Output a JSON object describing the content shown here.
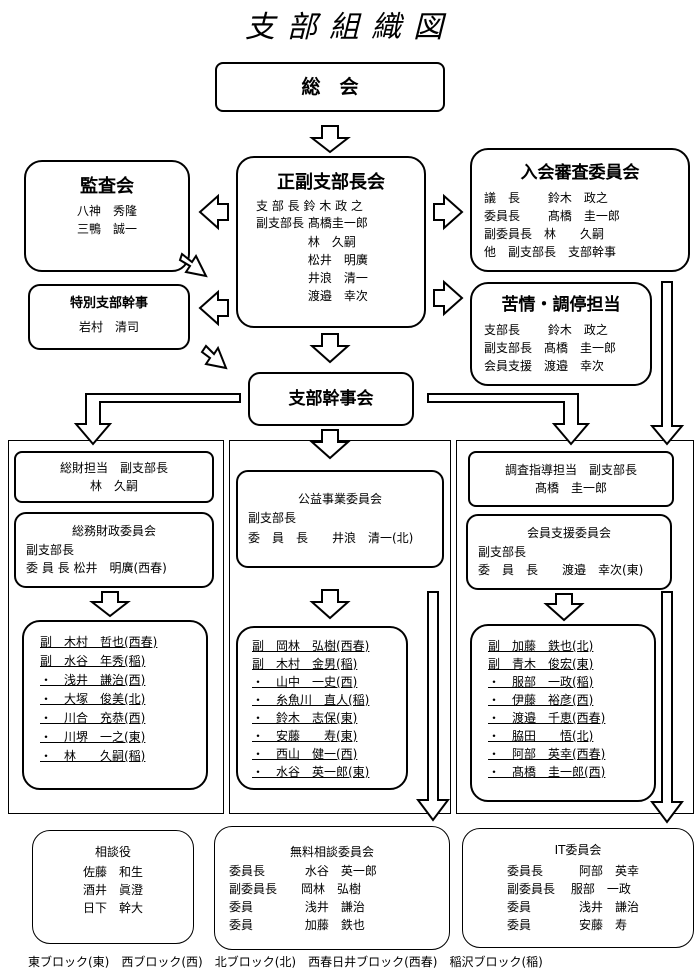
{
  "title": "支部組織図",
  "general_meeting": "総　会",
  "executive_meeting": {
    "title": "正副支部長会",
    "lines": [
      "支 部 長 鈴 木 政 之",
      "副支部長 髙橋圭一郎",
      "　　　　 林　久嗣",
      "　　　　 松井　明廣",
      "　　　　 井浪　清一",
      "　　　　 渡邉　幸次"
    ]
  },
  "audit": {
    "title": "監査会",
    "lines": [
      "八神　秀隆",
      "三鴨　誠一"
    ]
  },
  "special_secretary": {
    "title": "特別支部幹事",
    "lines": [
      "岩村　清司"
    ]
  },
  "admission": {
    "title": "入会審査委員会",
    "lines": [
      "議　長　　 鈴木　政之",
      "委員長　　 髙橋　圭一郎",
      "副委員長　林　　久嗣",
      "他　副支部長　支部幹事"
    ]
  },
  "complaint": {
    "title": "苦情・調停担当",
    "lines": [
      "支部長　　 鈴木　政之",
      "副支部長　髙橋　圭一郎",
      "会員支援　渡邉　幸次"
    ]
  },
  "secretary_meeting": "支部幹事会",
  "left_col": {
    "finance_head": {
      "lines": [
        "総財担当　副支部長",
        "林　久嗣"
      ]
    },
    "committee": {
      "lines": [
        "総務財政委員会",
        "副支部長",
        "委 員 長 松井　明廣(西春)"
      ]
    },
    "members": [
      "副　木村　哲也(西春)",
      "副　水谷　年秀(稲)",
      "・　浅井　謙治(西)",
      "・　大塚　俊美(北)",
      "・　川合　充恭(西)",
      "・　川堺　一之(東)",
      "・　林　　久嗣(稲)"
    ]
  },
  "mid_col": {
    "committee": {
      "lines": [
        "公益事業委員会",
        "副支部長",
        "委　員　長　　井浪　清一(北)"
      ]
    },
    "members": [
      "副　岡林　弘樹(西春)",
      "副　木村　金男(稲)",
      "・　山中　一史(西)",
      "・　糸魚川　直人(稲)",
      "・　鈴木　志保(東)",
      "・　安藤　　寿(東)",
      "・　西山　健一(西)",
      "・　水谷　英一郎(東)"
    ]
  },
  "right_col": {
    "survey_head": {
      "lines": [
        "調査指導担当　副支部長",
        "髙橋　圭一郎"
      ]
    },
    "committee": {
      "lines": [
        "会員支援委員会",
        "副支部長",
        "委　員　長　　渡邉　幸次(東)"
      ]
    },
    "members": [
      "副　加藤　鉄也(北)",
      "副　青木　俊宏(東)",
      "・　服部　一政(稲)",
      "・　伊藤　裕彦(西)",
      "・　渡邉　千恵(西春)",
      "・　脇田　　悟(北)",
      "・　阿部　英幸(西春)",
      "・　髙橋　圭一郎(西)"
    ]
  },
  "advisor": {
    "title": "相談役",
    "lines": [
      "佐藤　和生",
      "酒井　眞澄",
      "日下　幹大"
    ]
  },
  "free_consult": {
    "title": "無料相談委員会",
    "lines": [
      "委員長　　　 水谷　英一郎",
      "副委員長　　岡林　弘樹",
      "委員　　　　 浅井　謙治",
      "委員　　　　 加藤　鉄也"
    ]
  },
  "it_committee": {
    "title": "IT委員会",
    "lines": [
      "委員長　　　阿部　英幸",
      "副委員長　 服部　一政",
      "委員　　　　浅井　謙治",
      "委員　　　　安藤　寿"
    ]
  },
  "footer": "東ブロック(東)　西ブロック(西)　北ブロック(北)　西春日井ブロック(西春)　稲沢ブロック(稲)"
}
